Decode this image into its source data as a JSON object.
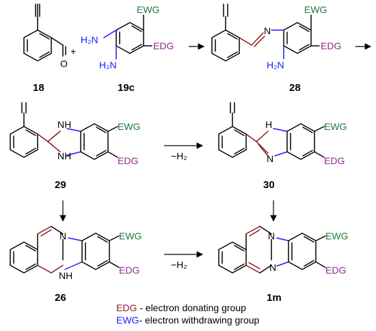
{
  "compounds": {
    "c18": "18",
    "c19c": "19c",
    "c28": "28",
    "c29": "29",
    "c30": "30",
    "c26": "26",
    "c1m": "1m"
  },
  "groups": {
    "ewg": "EWG",
    "edg": "EDG",
    "o": "O",
    "nh2": "H₂N",
    "nh": "NH",
    "h": "H",
    "n": "N",
    "plus": "+"
  },
  "conditions": {
    "minus_h2": "−H₂"
  },
  "legend": {
    "edg_abbr": "EDG",
    "edg_text": " - electron donating group",
    "ewg_abbr": "EWG",
    "ewg_text": "- electron withdrawing group"
  },
  "colors": {
    "ewg": "#1e7b3c",
    "edg": "#8e2a8e",
    "nitrogen_bonds": "#1a1aff",
    "new_bonds": "#8b1a1a"
  }
}
